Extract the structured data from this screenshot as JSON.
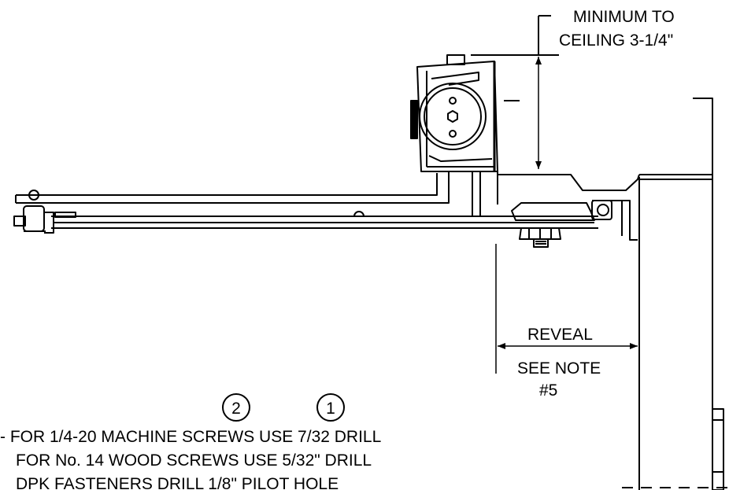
{
  "annotations": {
    "ceiling_line1": "MINIMUM TO",
    "ceiling_line2": "CEILING 3-1/4\"",
    "reveal": "REVEAL",
    "see_note_line1": "SEE NOTE",
    "see_note_line2": "#5"
  },
  "callouts": {
    "circle_2": "2",
    "circle_1": "1"
  },
  "notes": {
    "note_machine_screws": "- FOR 1/4-20 MACHINE SCREWS USE 7/32 DRILL",
    "note_wood_screws": "FOR No. 14 WOOD SCREWS USE 5/32\" DRILL",
    "note_dpk": "DPK FASTENERS DRILL 1/8\" PILOT HOLE"
  }
}
